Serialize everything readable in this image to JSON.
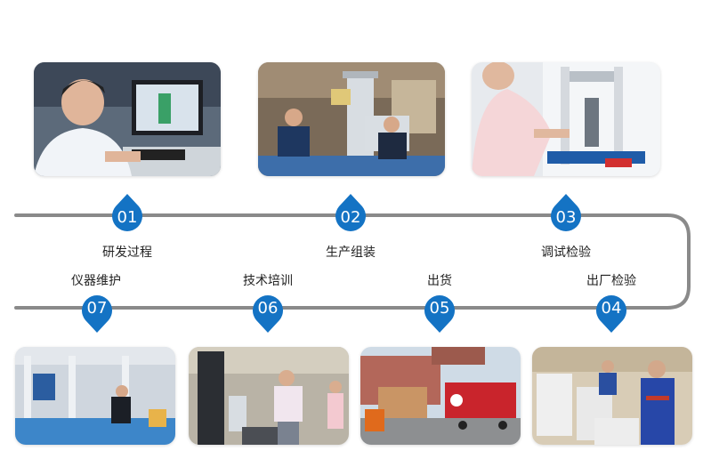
{
  "steps": [
    {
      "num": "01",
      "label": "研发过程"
    },
    {
      "num": "02",
      "label": "生产组装"
    },
    {
      "num": "03",
      "label": "调试检验"
    },
    {
      "num": "04",
      "label": "出厂检验"
    },
    {
      "num": "05",
      "label": "出货"
    },
    {
      "num": "06",
      "label": "技术培训"
    },
    {
      "num": "07",
      "label": "仪器维护"
    }
  ],
  "colors": {
    "accent": "#1473c4",
    "track": "#8a8a8a"
  }
}
